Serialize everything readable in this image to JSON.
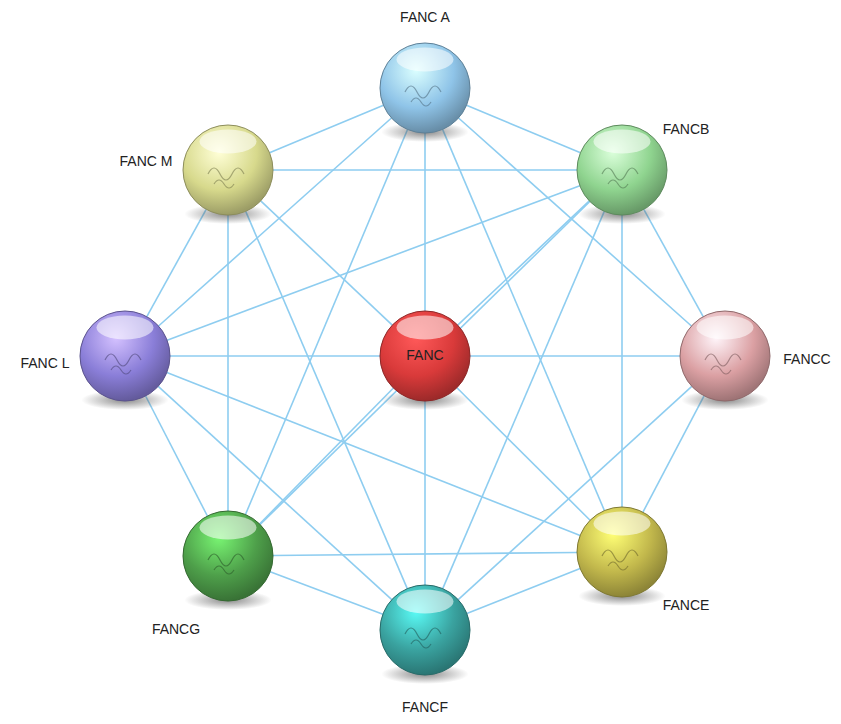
{
  "diagram": {
    "nodes": [
      {
        "text": [
          "FANC A"
        ]
      },
      {
        "text": [
          "FANC M"
        ]
      },
      {
        "text": [
          "FANCB"
        ]
      },
      {
        "text": [
          "FANC L"
        ]
      },
      {
        "text": [
          "FANC"
        ]
      },
      {
        "text": [
          "FANCC"
        ]
      },
      {
        "text": [
          "FANCG"
        ]
      },
      {
        "text": [
          "FANCE"
        ]
      },
      {
        "text": [
          "FANCF"
        ]
      }
    ],
    "edges": [
      {
        "from": 4,
        "to": 0,
        "arrow": "none"
      },
      {
        "from": 4,
        "to": 1,
        "arrow": "none"
      },
      {
        "from": 4,
        "to": 2,
        "arrow": "none"
      },
      {
        "from": 4,
        "to": 3,
        "arrow": "none"
      },
      {
        "from": 4,
        "to": 5,
        "arrow": "none"
      },
      {
        "from": 4,
        "to": 6,
        "arrow": "none"
      },
      {
        "from": 4,
        "to": 7,
        "arrow": "none"
      },
      {
        "from": 4,
        "to": 8,
        "arrow": "none"
      },
      {
        "from": 0,
        "to": 1,
        "arrow": "none"
      },
      {
        "from": 0,
        "to": 2,
        "arrow": "none"
      },
      {
        "from": 0,
        "to": 3,
        "arrow": "none"
      },
      {
        "from": 0,
        "to": 6,
        "arrow": "none"
      },
      {
        "from": 0,
        "to": 7,
        "arrow": "none"
      },
      {
        "from": 0,
        "to": 5,
        "arrow": "none"
      },
      {
        "from": 1,
        "to": 2,
        "arrow": "none"
      },
      {
        "from": 1,
        "to": 3,
        "arrow": "none"
      },
      {
        "from": 1,
        "to": 6,
        "arrow": "none"
      },
      {
        "from": 1,
        "to": 8,
        "arrow": "none"
      },
      {
        "from": 2,
        "to": 3,
        "arrow": "none"
      },
      {
        "from": 2,
        "to": 5,
        "arrow": "none"
      },
      {
        "from": 2,
        "to": 7,
        "arrow": "none"
      },
      {
        "from": 2,
        "to": 8,
        "arrow": "none"
      },
      {
        "from": 2,
        "to": 6,
        "arrow": "none"
      },
      {
        "from": 3,
        "to": 6,
        "arrow": "none"
      },
      {
        "from": 3,
        "to": 8,
        "arrow": "none"
      },
      {
        "from": 3,
        "to": 7,
        "arrow": "none"
      },
      {
        "from": 5,
        "to": 7,
        "arrow": "none"
      },
      {
        "from": 5,
        "to": 8,
        "arrow": "none"
      },
      {
        "from": 6,
        "to": 8,
        "arrow": "none"
      },
      {
        "from": 6,
        "to": 7,
        "arrow": "none"
      },
      {
        "from": 8,
        "to": 7,
        "arrow": "none"
      }
    ]
  }
}
